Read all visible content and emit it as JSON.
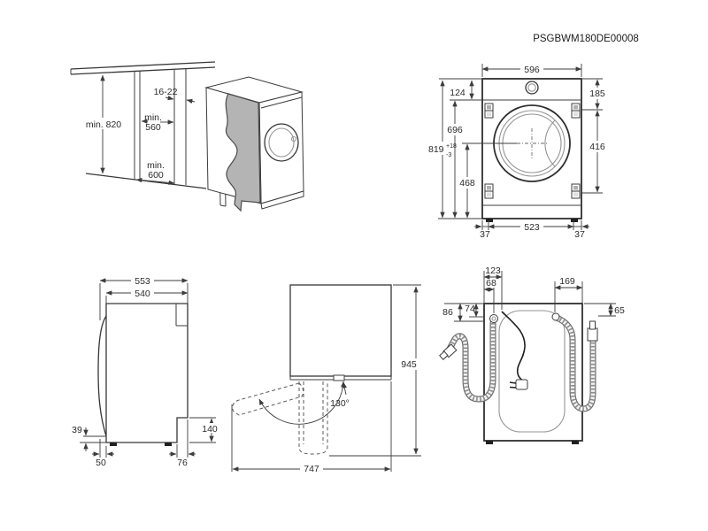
{
  "title": "PSGBWM180DE00008",
  "colors": {
    "line": "#3c3c3c",
    "panel_template_gray": "#b4b4b4"
  },
  "installation": {
    "height_min": "min. 820",
    "panel_thickness": "16-22",
    "niche_depth_label": "min.",
    "niche_depth_value": "560",
    "niche_width_label": "min.",
    "niche_width_value": "600"
  },
  "front_view": {
    "width": "596",
    "control_panel_height": "124",
    "side_top_offset": "185",
    "front_height": "696",
    "total_height": "819",
    "tolerance_plus": "+18",
    "tolerance_minus": "-3",
    "drum_center_height": "468",
    "bracket_span": "416",
    "foot_inset_left": "37",
    "feet_distance": "523",
    "foot_inset_right": "37"
  },
  "side_view": {
    "depth_with_door": "553",
    "depth_body": "540",
    "bottom_clearance": "39",
    "front_foot_inset": "50",
    "rear_foot_inset": "76",
    "rear_recess_height": "140"
  },
  "door_swing": {
    "angle": "130°",
    "height_open": "945",
    "depth_open": "747"
  },
  "rear_view": {
    "drain_hose_offset": "123",
    "power_cord_offset": "68",
    "inlet_hose_offset": "169",
    "left_drop": "86",
    "cord_drop": "74",
    "right_drop": "65"
  }
}
